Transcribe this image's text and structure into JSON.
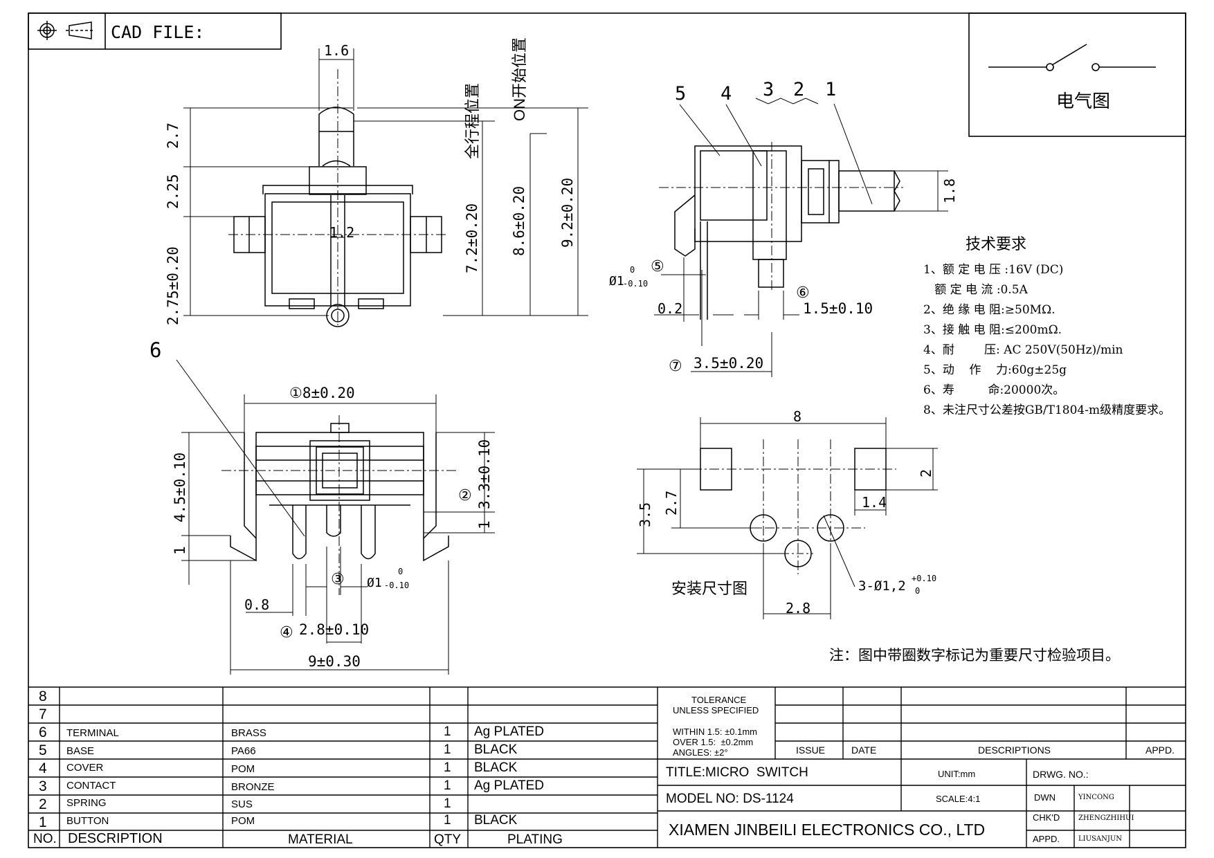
{
  "header": {
    "cad_file": "CAD FILE:"
  },
  "electrical": {
    "title": "电气图"
  },
  "top_view": {
    "dims": {
      "d1_6": "1.6",
      "d2_7": "2.7",
      "d2_25": "2.25",
      "d2_75": "2.75±0.20",
      "d1_2": "1.2",
      "d7_2": "7.2±0.20",
      "d8_6": "8.6±0.20",
      "d9_2": "9.2±0.20"
    },
    "labels": {
      "full_travel": "全行程位置",
      "on_start": "ON开始位置"
    }
  },
  "side_view": {
    "parts": [
      "5",
      "4",
      "3",
      "2",
      "1"
    ],
    "dims": {
      "d1_8": "1.8",
      "phi": "Ø1",
      "phi_tol_up": "0",
      "phi_tol_dn": "-0.10",
      "c5": "⑤",
      "d0_2": "0.2",
      "c6": "⑥",
      "d1_5": "1.5±0.10",
      "c7": "⑦",
      "d3_5": "3.5±0.20"
    }
  },
  "specs": {
    "title": "技术要求",
    "lines": [
      "1、额 定 电 压 :16V (DC)",
      "   额 定 电 流 :0.5A",
      "2、绝 缘 电 阻:≥50MΩ.",
      "3、接 触 电 阻:≤200mΩ.",
      "4、耐        压: AC 250V(50Hz)/min",
      "5、动    作    力:60g±25g",
      "6、寿         命:20000次。",
      "8、未注尺寸公差按GB/T1804-m级精度要求。"
    ]
  },
  "front_view": {
    "part6": "6",
    "dims": {
      "d8": "①8±0.20",
      "d4_5": "4.5±0.10",
      "d1": "1",
      "d3_3": "3.3±0.10",
      "c2": "②",
      "d1r": "1",
      "c3": "③",
      "phi": "Ø1",
      "phi_tol_up": "0",
      "phi_tol_dn": "-0.10",
      "d0_8": "0.8",
      "c4": "④",
      "d2_8": "2.8±0.10",
      "d9": "9±0.30"
    }
  },
  "mount_view": {
    "title": "安装尺寸图",
    "dims": {
      "d8": "8",
      "d2": "2",
      "d2_7": "2.7",
      "d3_5": "3.5",
      "d1_4": "1.4",
      "d2_8": "2.8",
      "holes": "3-Ø1,2",
      "holes_up": "+0.10",
      "holes_dn": "0"
    }
  },
  "note": "注：图中带圈数字标记为重要尺寸检验项目。",
  "bom": {
    "rows": [
      {
        "no": "8",
        "desc": "",
        "mat": "",
        "qty": "",
        "plating": ""
      },
      {
        "no": "7",
        "desc": "",
        "mat": "",
        "qty": "",
        "plating": ""
      },
      {
        "no": "6",
        "desc": "TERMINAL",
        "mat": "BRASS",
        "qty": "1",
        "plating": "Ag PLATED"
      },
      {
        "no": "5",
        "desc": "BASE",
        "mat": "PA66",
        "qty": "1",
        "plating": "BLACK"
      },
      {
        "no": "4",
        "desc": "COVER",
        "mat": "POM",
        "qty": "1",
        "plating": "BLACK"
      },
      {
        "no": "3",
        "desc": "CONTACT",
        "mat": "BRONZE",
        "qty": "1",
        "plating": "Ag PLATED"
      },
      {
        "no": "2",
        "desc": "SPRING",
        "mat": "SUS",
        "qty": "1",
        "plating": ""
      },
      {
        "no": "1",
        "desc": "BUTTON",
        "mat": "POM",
        "qty": "1",
        "plating": "BLACK"
      }
    ],
    "headers": {
      "no": "NO.",
      "desc": "DESCRIPTION",
      "mat": "MATERIAL",
      "qty": "QTY",
      "plating": "PLATING"
    }
  },
  "title_block": {
    "tolerance_1": "TOLERANCE",
    "tolerance_2": "UNLESS SPECIFIED",
    "within": "WITHIN 1.5: ±0.1mm",
    "over": "OVER 1.5:  ±0.2mm",
    "angles": "ANGLES: ±2°",
    "issue": "ISSUE",
    "date": "DATE",
    "descriptions": "DESCRIPTIONS",
    "appd": "APPD.",
    "title": "TITLE:MICRO  SWITCH",
    "model": "MODEL NO: DS-1124",
    "company": "XIAMEN JINBEILI ELECTRONICS CO., LTD",
    "unit": "UNIT:mm",
    "scale": "SCALE:4:1",
    "drwg_no": "DRWG. NO.:",
    "dwn": "DWN",
    "dwn_name": "YINCONG",
    "chkd": "CHK'D",
    "chkd_name": "ZHENGZHIHUI",
    "appd2": "APPD.",
    "appd_name": "LIUSANJUN"
  }
}
